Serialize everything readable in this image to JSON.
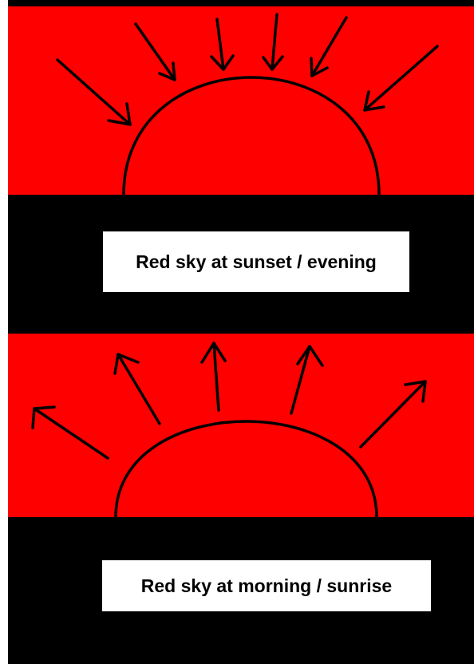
{
  "panels": [
    {
      "id": "sunset",
      "caption": "Red sky at sunset / evening",
      "arrow_direction": "inward"
    },
    {
      "id": "sunrise",
      "caption": "Red sky at morning / sunrise",
      "arrow_direction": "outward"
    }
  ],
  "colors": {
    "sky": "#ff0000",
    "ground": "#000000",
    "label_bg": "#ffffff",
    "line": "#000000"
  }
}
